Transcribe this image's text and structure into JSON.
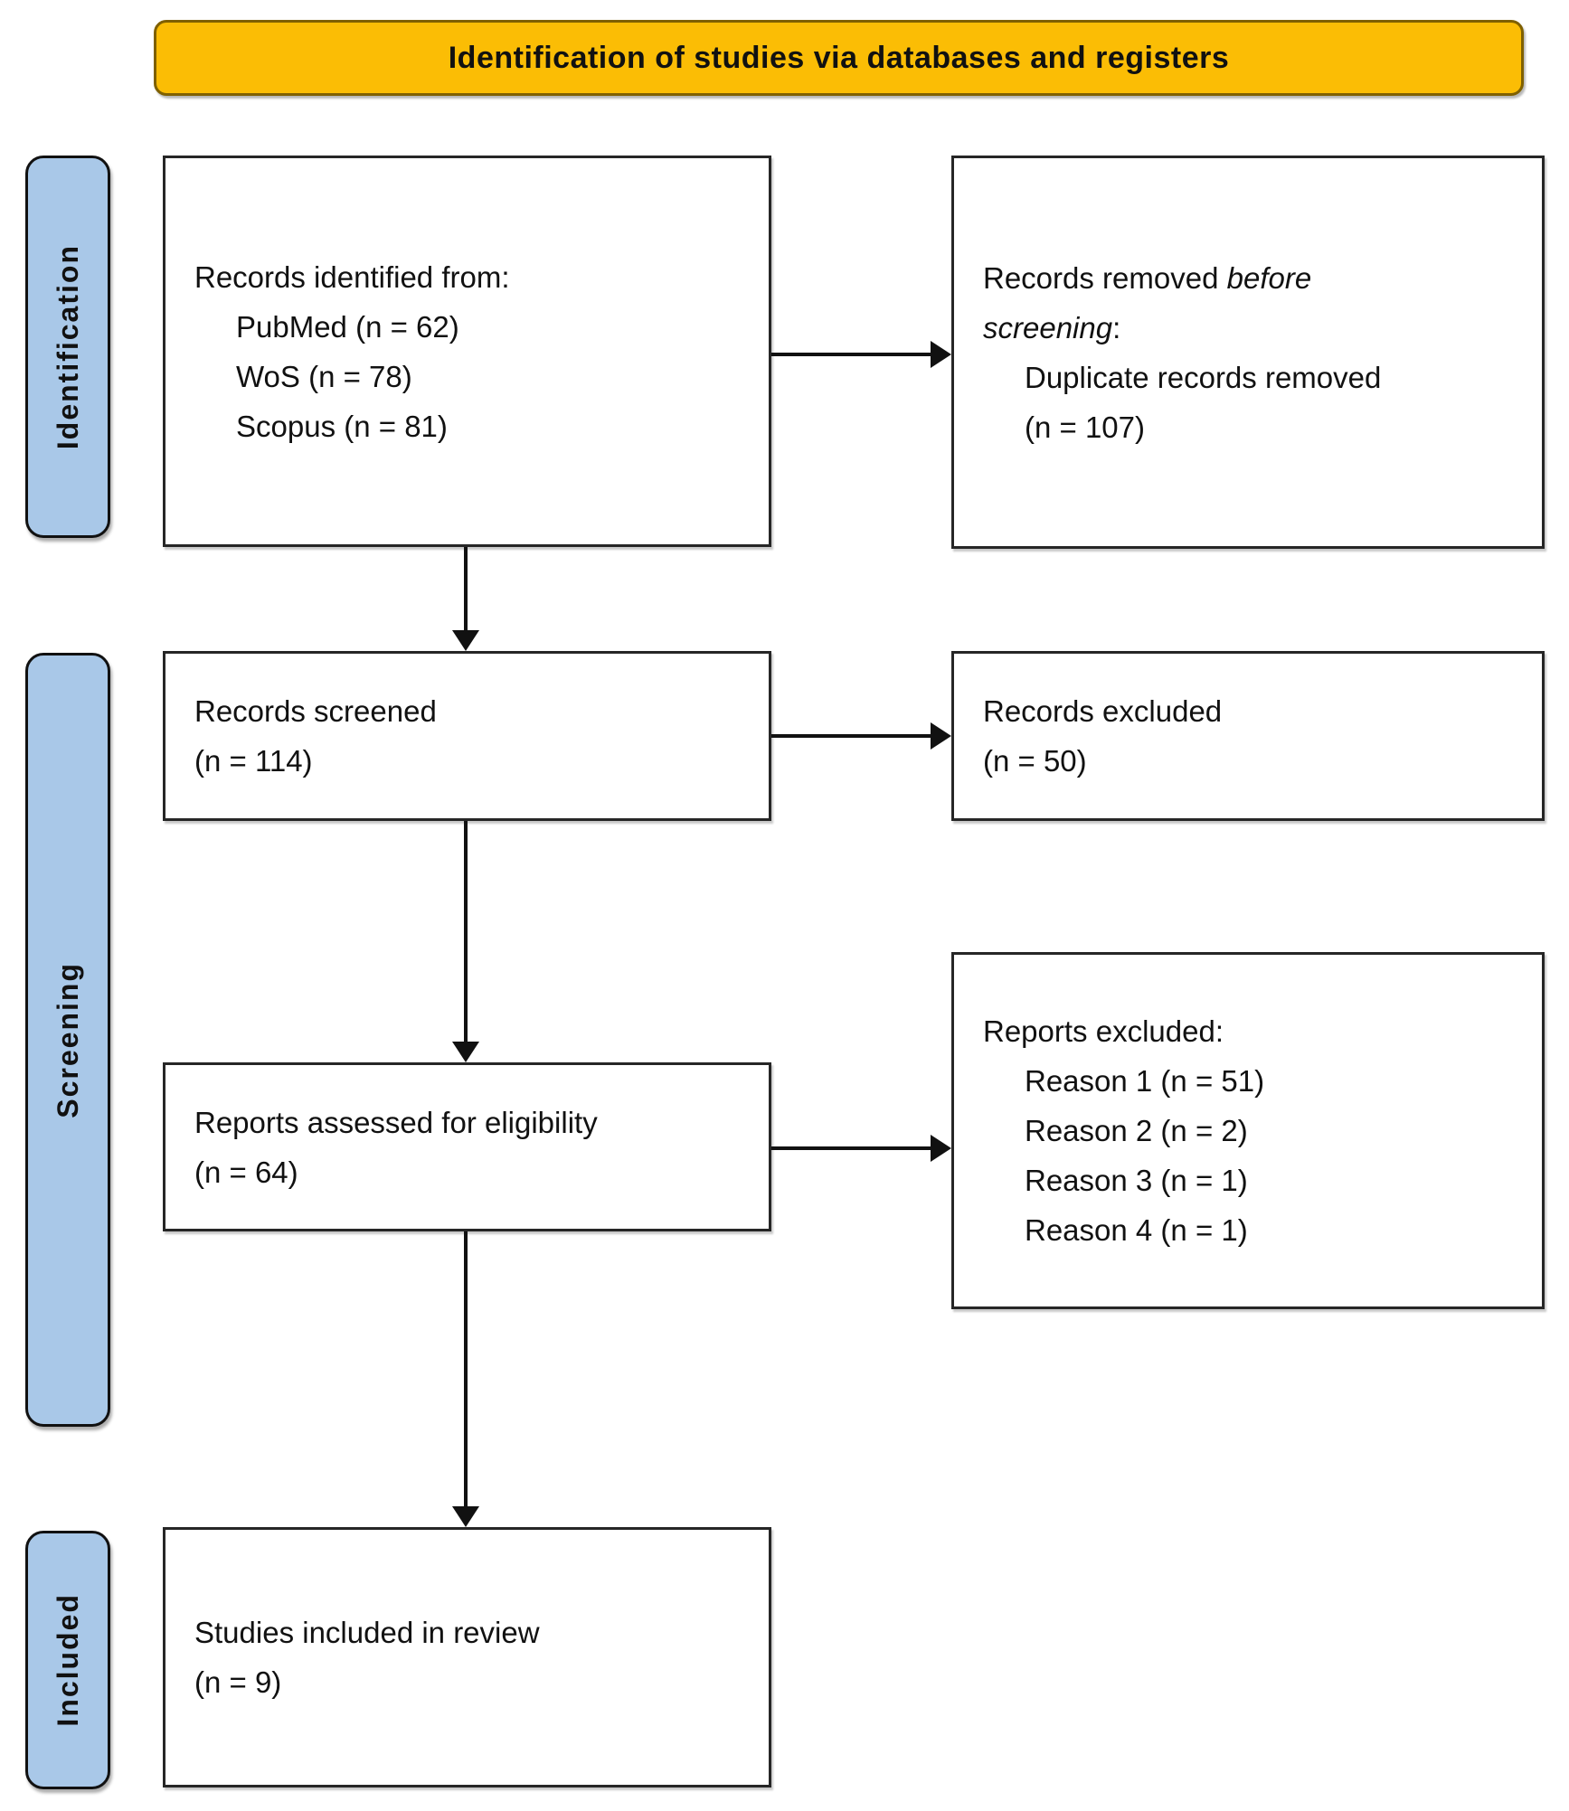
{
  "banner": {
    "title": "Identification of studies via databases and registers"
  },
  "sidebars": {
    "identification": "Identification",
    "screening": "Screening",
    "included": "Included"
  },
  "boxes": {
    "records_identified": {
      "title": "Records identified from:",
      "items": [
        "PubMed (n = 62)",
        "WoS (n = 78)",
        "Scopus (n = 81)"
      ]
    },
    "records_removed": {
      "line1_regular": "Records removed ",
      "line1_italic": "before",
      "line2_italic": "screening",
      "line2_regular": ":",
      "items": [
        "Duplicate records removed",
        "(n = 107)"
      ]
    },
    "records_screened": {
      "lines": [
        "Records screened",
        "(n = 114)"
      ]
    },
    "records_excluded": {
      "lines": [
        "Records excluded",
        "(n = 50)"
      ]
    },
    "reports_assessed": {
      "lines": [
        "Reports assessed for eligibility",
        "(n = 64)"
      ]
    },
    "reports_excluded": {
      "title": "Reports excluded:",
      "items": [
        "Reason 1 (n = 51)",
        "Reason 2 (n = 2)",
        "Reason 3 (n = 1)",
        "Reason 4 (n = 1)"
      ]
    },
    "studies_included": {
      "lines": [
        "Studies included in review",
        "(n = 9)"
      ]
    }
  },
  "colors": {
    "banner_bg": "#FBBD05",
    "banner_border": "#7F6000",
    "sidebar_bg": "#A9C8E8",
    "box_border": "#262626",
    "arrow": "#111111"
  }
}
